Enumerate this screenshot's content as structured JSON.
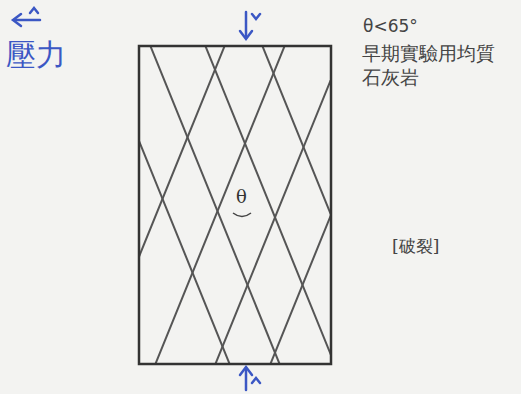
{
  "diagram": {
    "labels": [
      "壓力",
      "θ<65°",
      "早期實驗用均質石灰岩",
      "θ",
      "[破裂]"
    ]
  }
}
